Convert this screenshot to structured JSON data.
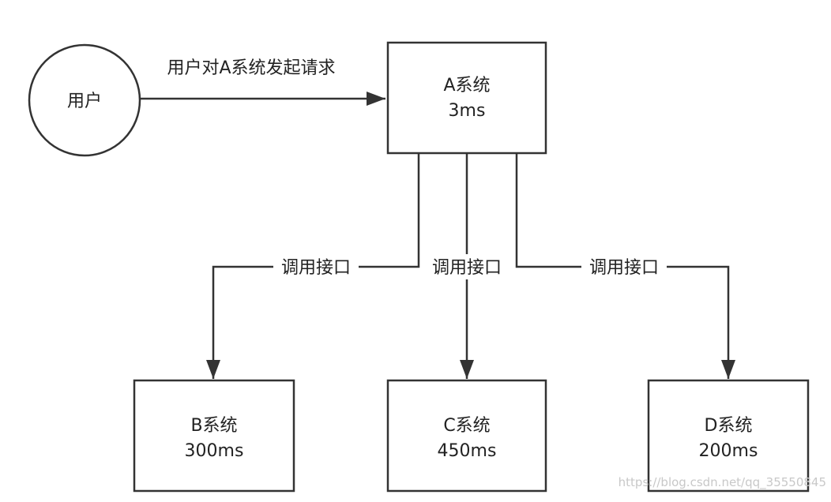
{
  "user": {
    "label": "用户"
  },
  "request_edge": {
    "label": "用户对A系统发起请求"
  },
  "system_a": {
    "name": "A系统",
    "latency": "3ms"
  },
  "call_labels": [
    "调用接口",
    "调用接口",
    "调用接口"
  ],
  "system_b": {
    "name": "B系统",
    "latency": "300ms"
  },
  "system_c": {
    "name": "C系统",
    "latency": "450ms"
  },
  "system_d": {
    "name": "D系统",
    "latency": "200ms"
  },
  "watermark": "https://blog.csdn.net/qq_35550845"
}
